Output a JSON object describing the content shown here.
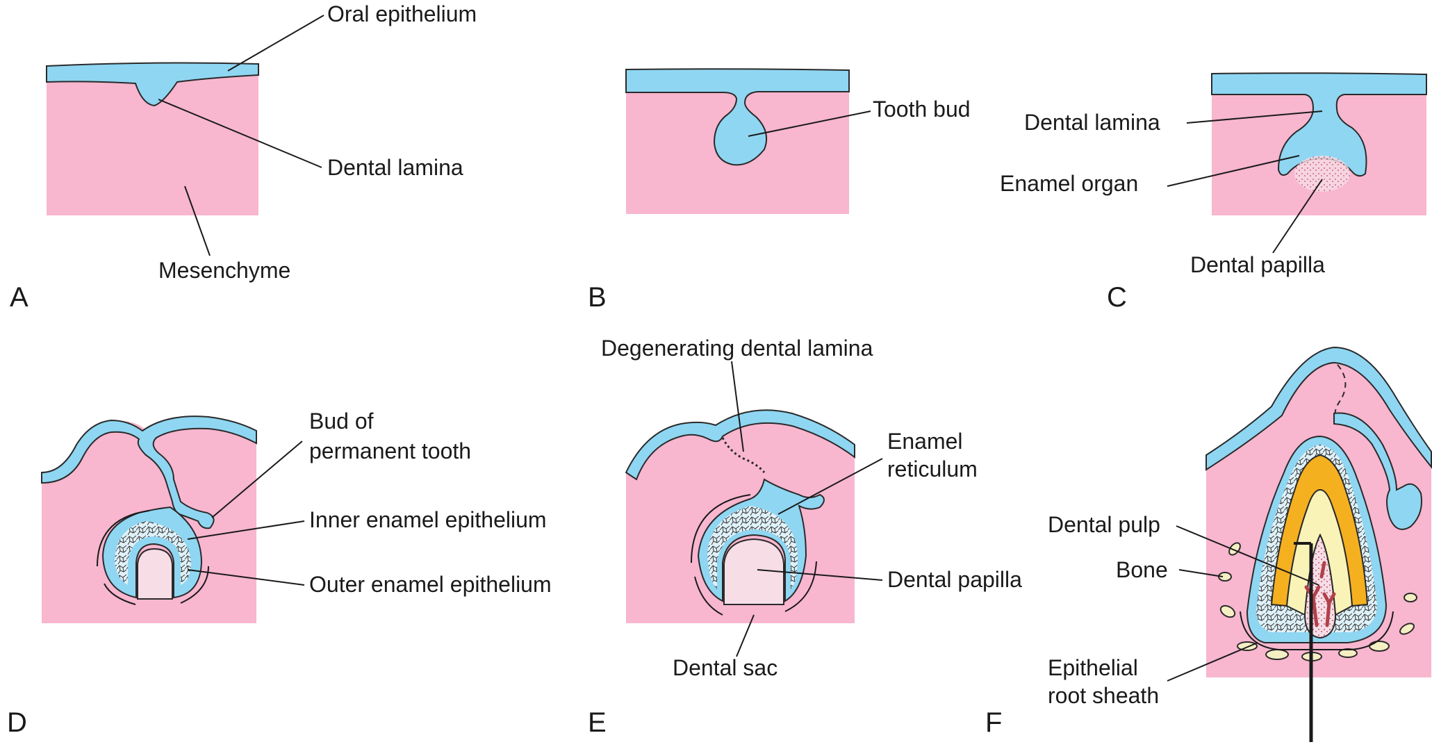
{
  "colors": {
    "mesenchyme": "#f8b6cf",
    "epithelium": "#8fd6f2",
    "papilla": "#f6dde6",
    "enamel": "#f5b020",
    "dentin": "#faf3b8",
    "vessels": "#b0404a",
    "bone": "#f5efc4"
  },
  "panels": {
    "a": {
      "letter": "A",
      "oral_epithelium": "Oral epithelium",
      "dental_lamina": "Dental lamina",
      "mesenchyme": "Mesenchyme"
    },
    "b": {
      "letter": "B",
      "tooth_bud": "Tooth bud"
    },
    "c": {
      "letter": "C",
      "dental_lamina": "Dental lamina",
      "enamel_organ": "Enamel organ",
      "dental_papilla": "Dental papilla"
    },
    "d": {
      "letter": "D",
      "bud_line1": "Bud of",
      "bud_line2": "permanent tooth",
      "inner_enamel": "Inner enamel epithelium",
      "outer_enamel": "Outer enamel epithelium"
    },
    "e": {
      "letter": "E",
      "degenerating": "Degenerating dental lamina",
      "reticulum_line1": "Enamel",
      "reticulum_line2": "reticulum",
      "dental_papilla": "Dental papilla",
      "dental_sac": "Dental sac"
    },
    "f": {
      "letter": "F",
      "dental_pulp": "Dental pulp",
      "bone": "Bone",
      "root_sheath_line1": "Epithelial",
      "root_sheath_line2": "root sheath"
    }
  }
}
